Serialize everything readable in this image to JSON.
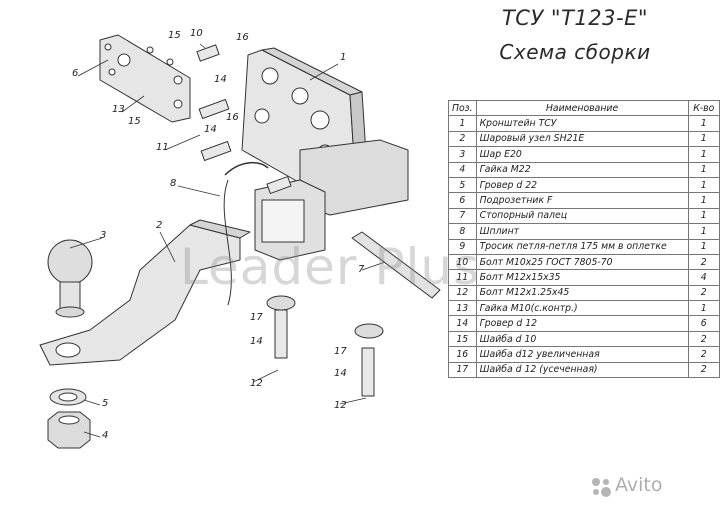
{
  "header": {
    "title": "ТСУ \"Т123-Е\"",
    "subtitle": "Схема сборки"
  },
  "spec_table": {
    "columns": [
      "Поз.",
      "Наименование",
      "К-во"
    ],
    "rows": [
      [
        "1",
        "Кронштейн ТСУ",
        "1"
      ],
      [
        "2",
        "Шаровый узел SH21E",
        "1"
      ],
      [
        "3",
        "Шар Е20",
        "1"
      ],
      [
        "4",
        "Гайка М22",
        "1"
      ],
      [
        "5",
        "Гровер d 22",
        "1"
      ],
      [
        "6",
        "Подрозетник F",
        "1"
      ],
      [
        "7",
        "Стопорный палец",
        "1"
      ],
      [
        "8",
        "Шплинт",
        "1"
      ],
      [
        "9",
        "Тросик петля-петля 175 мм в оплетке",
        "1"
      ],
      [
        "10",
        "Болт М10х25 ГОСТ 7805-70",
        "2"
      ],
      [
        "11",
        "Болт М12х15х35",
        "4"
      ],
      [
        "12",
        "Болт М12х1.25х45",
        "2"
      ],
      [
        "13",
        "Гайка М10(с.контр.)",
        "1"
      ],
      [
        "14",
        "Гровер d 12",
        "6"
      ],
      [
        "15",
        "Шайба d 10",
        "2"
      ],
      [
        "16",
        "Шайба d12 увеличенная",
        "2"
      ],
      [
        "17",
        "Шайба d 12 (усеченная)",
        "2"
      ]
    ]
  },
  "callouts": [
    "1",
    "2",
    "3",
    "4",
    "5",
    "6",
    "7",
    "8",
    "10",
    "11",
    "12",
    "12",
    "13",
    "14",
    "14",
    "14",
    "14",
    "15",
    "15",
    "16",
    "16",
    "17",
    "17"
  ],
  "watermark": "Leader Plus",
  "badge": "Avito",
  "colors": {
    "part_fill": "#e6e6e6",
    "line": "#333333",
    "table_border": "#777777"
  }
}
